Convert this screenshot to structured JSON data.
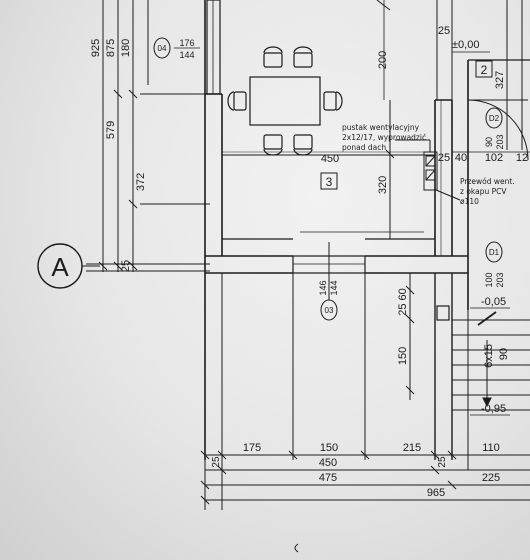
{
  "axis": {
    "label": "A"
  },
  "rooms": {
    "main": "3",
    "stair": "2"
  },
  "room_area": "450",
  "level_top": "±0,00",
  "level_mid": "-0,05",
  "level_low": "-0,95",
  "windows": {
    "w04": {
      "tag": "04",
      "width": "176",
      "height": "144"
    },
    "w03": {
      "tag": "03",
      "width": "146",
      "height": "144"
    }
  },
  "doors": {
    "d02": {
      "tag": "D2",
      "width": "90",
      "height": "203"
    },
    "d01": {
      "tag": "D1",
      "width": "100",
      "height": "203"
    }
  },
  "notes": {
    "vent_block": [
      "pustak wentylacyjny",
      "2x12/17, wyprowadzić",
      "ponad dach"
    ],
    "vent_pipe": [
      "Przewód went.",
      "z okapu PCV",
      "ø110"
    ]
  },
  "dims_vertical_left": {
    "d925": "925",
    "d875": "875",
    "d180": "180",
    "d579": "579",
    "d372": "372",
    "d25": "25"
  },
  "dims_room": {
    "d200": "200",
    "d320": "320",
    "d2560": "25  60",
    "d150": "150",
    "d6x15": "6x15",
    "d90": "90"
  },
  "dims_right_top": {
    "d25a": "25",
    "d327": "327",
    "d40": "40",
    "d102": "102",
    "d12": "12",
    "d25b": "25"
  },
  "dims_bottom": {
    "row1": [
      "175",
      "150",
      "215",
      "110"
    ],
    "d450": "450",
    "d475": "475",
    "d225": "225",
    "d965": "965",
    "d25l": "25",
    "d25r": "25"
  },
  "colors": {
    "ink": "#1c1c1c",
    "paper": "#ececec"
  }
}
